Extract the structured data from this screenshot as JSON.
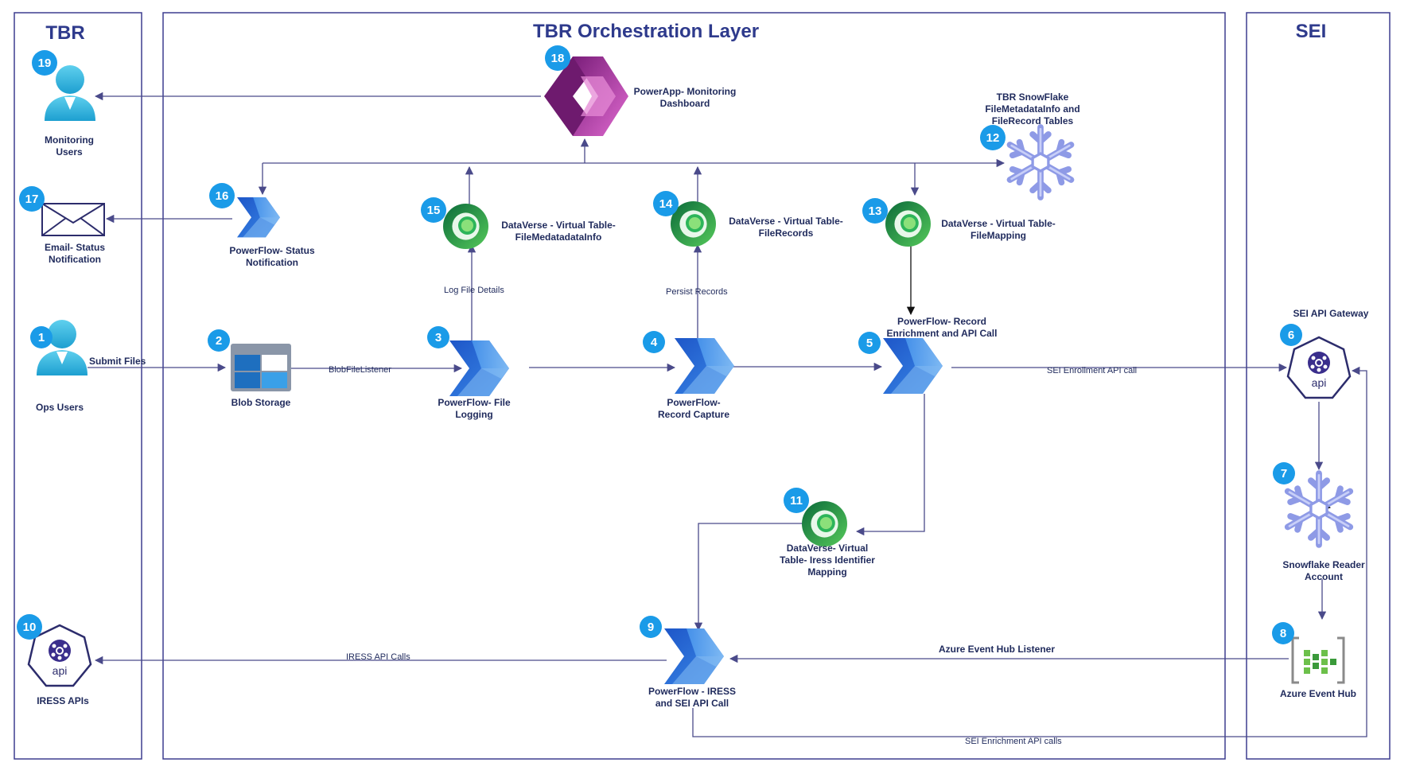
{
  "panels": {
    "tbr_title": "TBR",
    "orchestration_title": "TBR Orchestration Layer",
    "sei_title": "SEI"
  },
  "colors": {
    "badge": "#1a9be8",
    "line": "#4a4a8a",
    "panel_border": "#3d3d8f",
    "flow_dark": "#1e56c8",
    "flow_light": "#5aa8f0",
    "dataverse": "#1aa05a",
    "snowflake": "#9aa8ee",
    "powerapp": "#b3309c"
  },
  "nodes": {
    "n1": {
      "num": "1",
      "label": [
        "Ops Users"
      ],
      "icon": "user-icon"
    },
    "n2": {
      "num": "2",
      "label": [
        "Blob Storage"
      ],
      "icon": "blob-storage-icon"
    },
    "n3": {
      "num": "3",
      "label": [
        "PowerFlow- File",
        "Logging"
      ],
      "icon": "power-automate-icon"
    },
    "n4": {
      "num": "4",
      "label": [
        "PowerFlow-",
        "Record Capture"
      ],
      "icon": "power-automate-icon"
    },
    "n5": {
      "num": "5",
      "label": [
        "PowerFlow- Record",
        "Enrichment and API Call"
      ],
      "icon": "power-automate-icon"
    },
    "n6": {
      "num": "6",
      "label": [
        "SEI API Gateway"
      ],
      "icon": "api-gateway-icon",
      "icon_text": "api"
    },
    "n7": {
      "num": "7",
      "label": [
        "Snowflake Reader",
        "Account"
      ],
      "icon": "snowflake-icon"
    },
    "n8": {
      "num": "8",
      "label": [
        "Azure Event Hub"
      ],
      "icon": "event-hub-icon"
    },
    "n9": {
      "num": "9",
      "label": [
        "PowerFlow - IRESS",
        "and SEI API Call"
      ],
      "icon": "power-automate-icon"
    },
    "n10": {
      "num": "10",
      "label": [
        "IRESS APIs"
      ],
      "icon": "api-gateway-icon",
      "icon_text": "api"
    },
    "n11": {
      "num": "11",
      "label": [
        "DataVerse- Virtual",
        "Table- Iress Identifier",
        "Mapping"
      ],
      "icon": "dataverse-icon"
    },
    "n12": {
      "num": "12",
      "label": [
        "TBR SnowFlake",
        "FileMetadataInfo and",
        "FileRecord Tables"
      ],
      "icon": "snowflake-icon"
    },
    "n13": {
      "num": "13",
      "label": [
        "DataVerse - Virtual Table-",
        "FileMapping"
      ],
      "icon": "dataverse-icon"
    },
    "n14": {
      "num": "14",
      "label": [
        "DataVerse - Virtual Table-",
        "FileRecords"
      ],
      "icon": "dataverse-icon"
    },
    "n15": {
      "num": "15",
      "label": [
        "DataVerse - Virtual Table-",
        "FileMedatadataInfo"
      ],
      "icon": "dataverse-icon"
    },
    "n16": {
      "num": "16",
      "label": [
        "PowerFlow- Status",
        "Notification"
      ],
      "icon": "power-automate-icon"
    },
    "n17": {
      "num": "17",
      "label": [
        "Email- Status",
        "Notification"
      ],
      "icon": "envelope-icon"
    },
    "n18": {
      "num": "18",
      "label": [
        "PowerApp- Monitoring",
        "Dashboard"
      ],
      "icon": "powerapp-icon"
    },
    "n19": {
      "num": "19",
      "label": [
        "Monitoring",
        "Users"
      ],
      "icon": "user-icon"
    }
  },
  "edges": {
    "submit_files": "Submit Files",
    "blob_file_listener": "BlobFileListener",
    "log_file_details": "Log File Details",
    "persist_records": "Persist Records",
    "sei_enrollment_api_call": "SEI Enrollment API call",
    "azure_event_hub_listener": "Azure Event Hub Listener",
    "iress_api_calls": "IRESS API Calls",
    "sei_enrichment_api_calls": "SEI Enrichment API calls"
  }
}
